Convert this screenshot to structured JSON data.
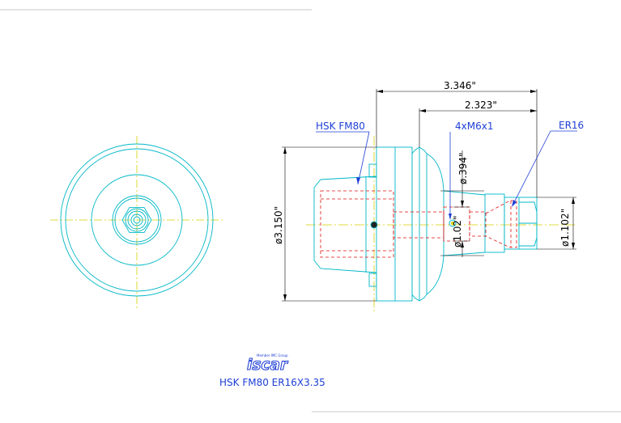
{
  "colors": {
    "outline": "#00b7c7",
    "center_line": "#d8d000",
    "hidden": "#e01010",
    "dimension": "#000000",
    "label": "#1f3fd6",
    "frame": "#c8c8c8"
  },
  "dimensions": {
    "overall_length": "3.346\"",
    "gauge_length": "2.323\"",
    "flange_diameter": "ø3.150\"",
    "bore_diameter": "ø.394\"",
    "shank_diameter": "ø1.02\"",
    "nut_diameter": "ø1.102\""
  },
  "labels": {
    "interface": "HSK FM80",
    "screws": "4xM6x1",
    "collet": "ER16"
  },
  "logo": {
    "tagline": "Member IMC Group",
    "brand": "iscar"
  },
  "title_block": {
    "part_name": "HSK FM80 ER16X3.35"
  }
}
